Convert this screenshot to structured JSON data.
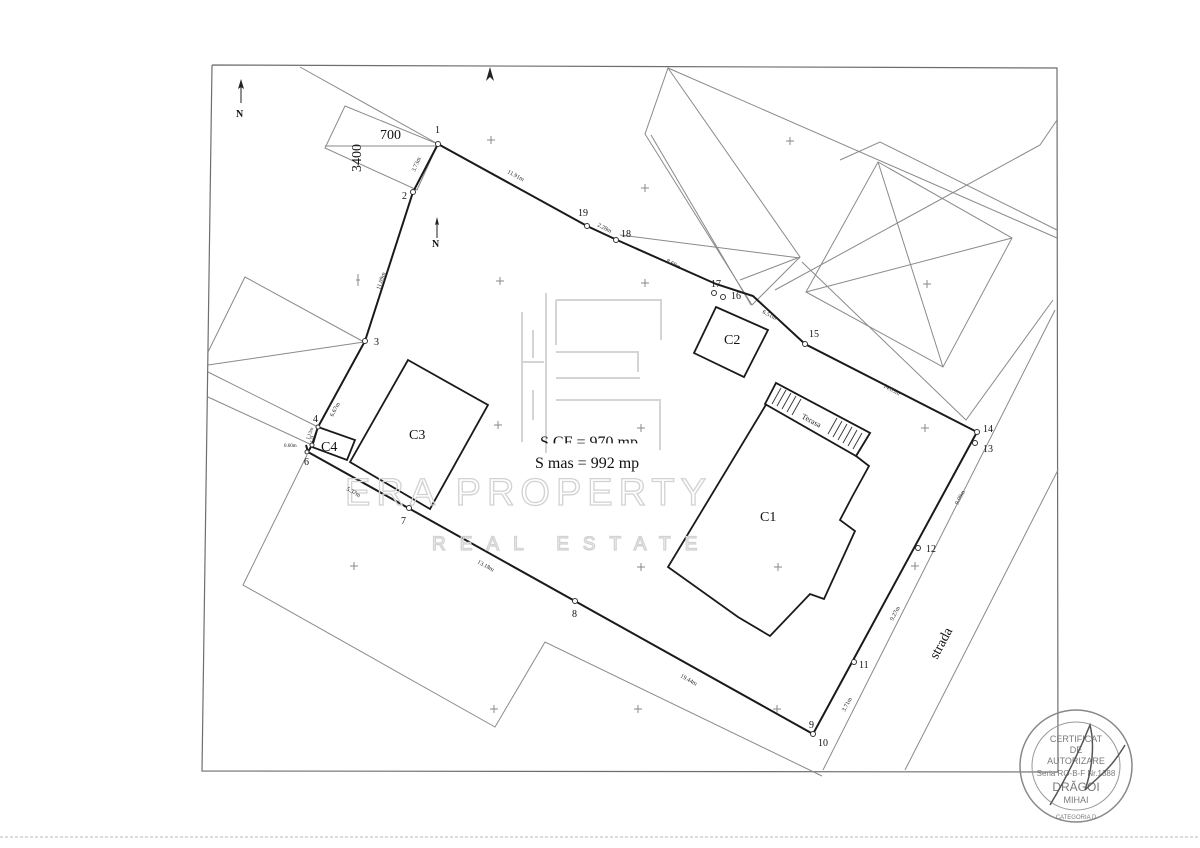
{
  "plan": {
    "north_labels": [
      "N",
      "N"
    ],
    "scale_numbers": {
      "top": "700",
      "side": "3400"
    },
    "areas": {
      "s_cf": "S CF = 970 mp",
      "s_mas": "S mas = 992 mp"
    },
    "buildings": [
      {
        "id": "C1",
        "label": "C1"
      },
      {
        "id": "C2",
        "label": "C2"
      },
      {
        "id": "C3",
        "label": "C3"
      },
      {
        "id": "C4",
        "label": "C4"
      }
    ],
    "terrace_label": "Terasa",
    "street_label": "strada",
    "points": [
      "1",
      "2",
      "3",
      "4",
      "5",
      "6",
      "7",
      "8",
      "9",
      "10",
      "11",
      "12",
      "13",
      "14",
      "15",
      "16",
      "17",
      "18",
      "19"
    ],
    "dimensions": {
      "p1_p2": "3.73m",
      "p2_p3": "11.09m",
      "p3_p4": "6.67m",
      "p4_p5": "1.13m",
      "p5_p6": "0.60m",
      "p6_p7": "5.37m",
      "p7_p8": "13.18m",
      "p8_p9": "19.44m",
      "p10_p11": "3.71m",
      "p11_p12": "9.27m",
      "p12_p13": "9.09m",
      "p14_p15": "14.09m",
      "p15_p16": "6.51m",
      "p17_p18": "8.69m",
      "p18_p19": "2.28m",
      "p19_p1": "11.91m"
    }
  },
  "watermark": {
    "brand": "ERA PROPERTY",
    "tagline": "REAL ESTATE"
  },
  "stamp": {
    "line1": "CERTIFICAT",
    "line2": "DE",
    "line3": "AUTORIZARE",
    "line4": "Seria RO-B-F Nr.1388",
    "line5": "DRĂGOI",
    "line6": "MIHAI",
    "ring": "CATEGORIA D"
  }
}
